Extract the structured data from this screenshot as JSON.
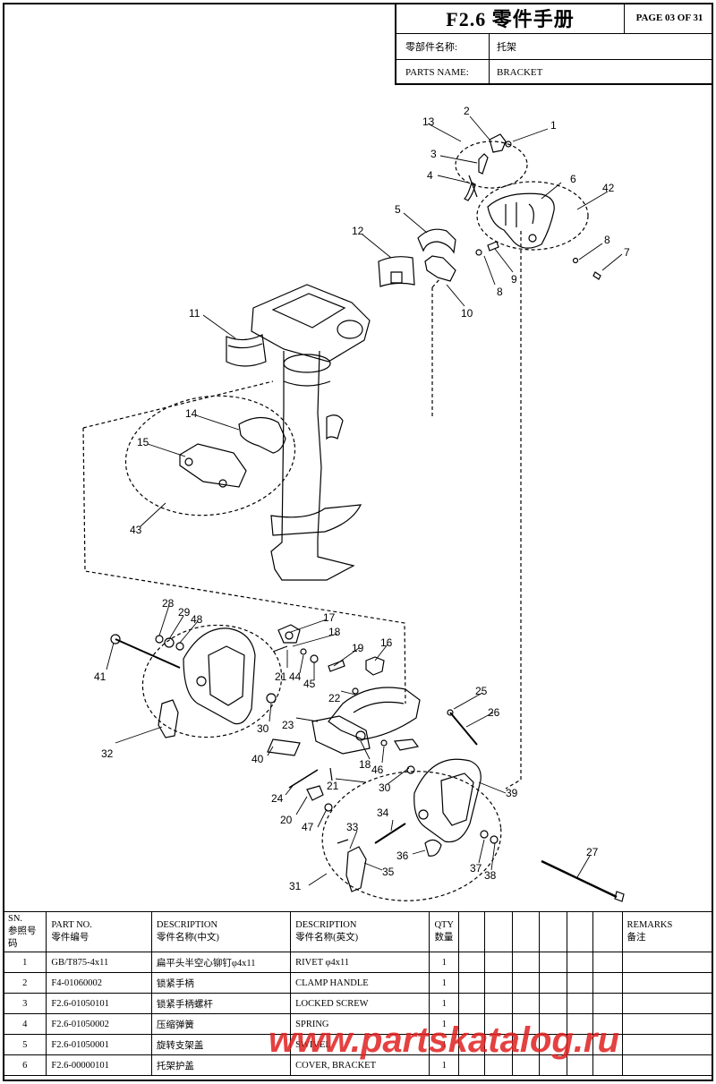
{
  "header": {
    "title": "F2.6 零件手册",
    "page": "PAGE 03 OF 31",
    "parts_name_cn_label": "零部件名称:",
    "parts_name_cn": "托架",
    "parts_name_en_label": "PARTS NAME:",
    "parts_name_en": "BRACKET"
  },
  "callouts": [
    "1",
    "2",
    "3",
    "4",
    "5",
    "6",
    "7",
    "8",
    "8",
    "9",
    "10",
    "11",
    "12",
    "13",
    "14",
    "15",
    "16",
    "17",
    "18",
    "18",
    "19",
    "20",
    "21",
    "21",
    "22",
    "23",
    "24",
    "25",
    "26",
    "27",
    "28",
    "29",
    "30",
    "30",
    "31",
    "32",
    "33",
    "34",
    "35",
    "36",
    "37",
    "38",
    "39",
    "40",
    "41",
    "42",
    "43",
    "44",
    "45",
    "46",
    "47",
    "48"
  ],
  "table": {
    "headers": {
      "sn_en": "SN.",
      "sn_cn": "参照号码",
      "part_en": "PART NO.",
      "part_cn": "零件编号",
      "desc_cn_en": "DESCRIPTION",
      "desc_cn_cn": "零件名称(中文)",
      "desc_en_en": "DESCRIPTION",
      "desc_en_cn": "零件名称(英文)",
      "qty_en": "QTY",
      "qty_cn": "数量",
      "remarks_en": "REMARKS",
      "remarks_cn": "备注"
    },
    "rows": [
      {
        "sn": "1",
        "part": "GB/T875-4x11",
        "cn": "扁平头半空心铆钉φ4x11",
        "en": "RIVET φ4x11",
        "qty": "1"
      },
      {
        "sn": "2",
        "part": "F4-01060002",
        "cn": "锁紧手柄",
        "en": "CLAMP HANDLE",
        "qty": "1"
      },
      {
        "sn": "3",
        "part": "F2.6-01050101",
        "cn": "锁紧手柄螺杆",
        "en": "LOCKED SCREW",
        "qty": "1"
      },
      {
        "sn": "4",
        "part": "F2.6-01050002",
        "cn": "压缩弹簧",
        "en": "SPRING",
        "qty": "1"
      },
      {
        "sn": "5",
        "part": "F2.6-01050001",
        "cn": "旋转支架盖",
        "en": "SWIVEL",
        "qty": "1"
      },
      {
        "sn": "6",
        "part": "F2.6-00000101",
        "cn": "托架护盖",
        "en": "COVER, BRACKET",
        "qty": "1"
      }
    ]
  },
  "watermark": "www.partskatalog.ru"
}
